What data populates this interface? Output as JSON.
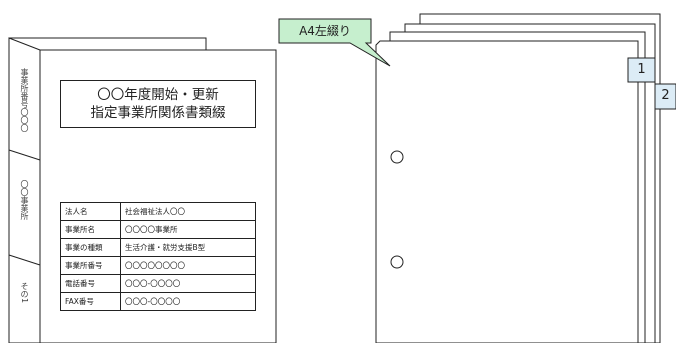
{
  "binder": {
    "spine": {
      "top": "事業所番号〇〇〇",
      "middle": "〇〇事業所",
      "bottom": "その1"
    },
    "cover_title": [
      "〇〇年度開始・更新",
      "指定事業所関係書類綴"
    ],
    "info_table": [
      {
        "label": "法人名",
        "value": "社会福祉法人〇〇"
      },
      {
        "label": "事業所名",
        "value": "〇〇〇〇事業所"
      },
      {
        "label": "事業の種類",
        "value": "生活介護・就労支援B型"
      },
      {
        "label": "事業所番号",
        "value": "〇〇〇〇〇〇〇〇"
      },
      {
        "label": "電話番号",
        "value": "〇〇〇-〇〇〇〇"
      },
      {
        "label": "FAX番号",
        "value": "〇〇〇-〇〇〇〇"
      }
    ]
  },
  "papers": {
    "callout": "A4左綴り",
    "tabs": [
      "1",
      "2"
    ]
  },
  "colors": {
    "callout_fill": "#c6efce",
    "tab_fill": "#dcecf6",
    "line": "#222222"
  }
}
